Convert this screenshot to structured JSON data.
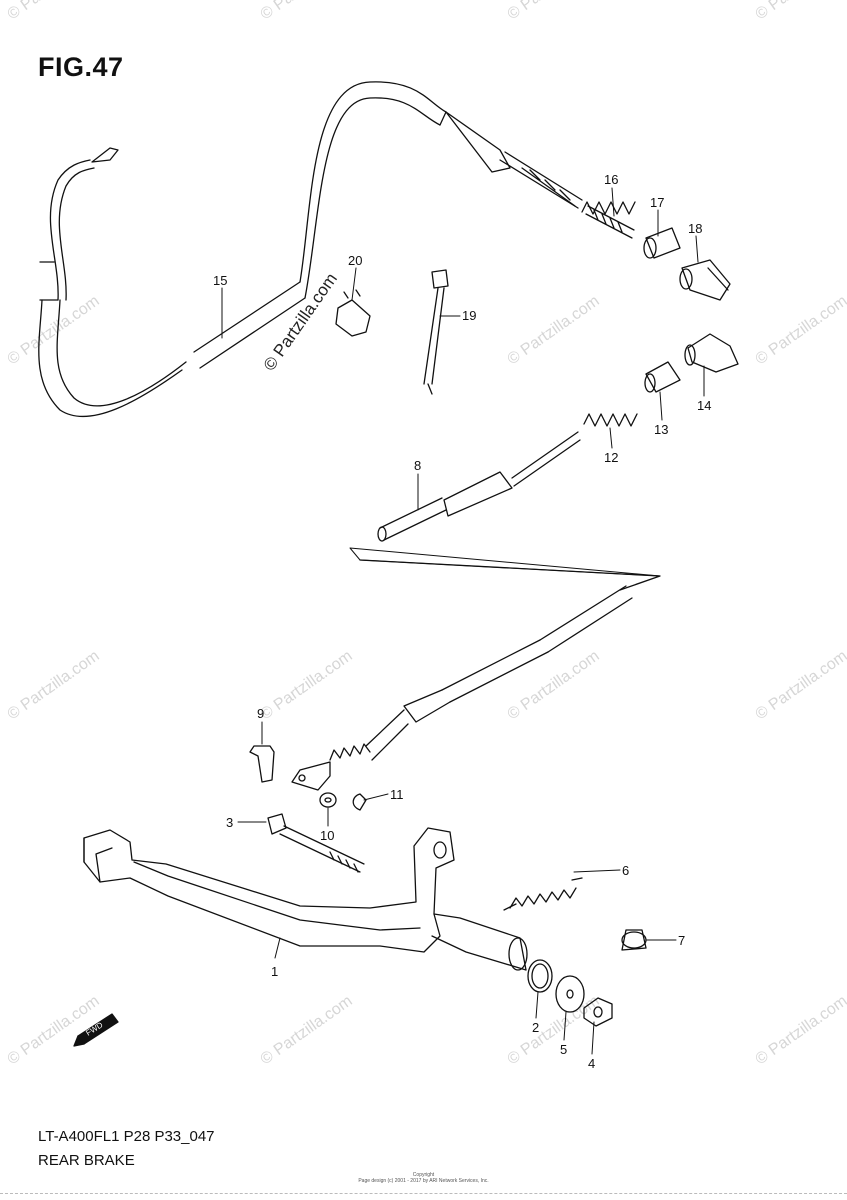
{
  "figure": {
    "title": "FIG.47",
    "code": "LT-A400FL1 P28 P33_047",
    "name": "REAR BRAKE",
    "copyright_line1": "Copyright",
    "copyright_line2": "Page design (c) 2001 - 2017 by ARI Network Services, Inc."
  },
  "watermark": {
    "text": "© Partzilla.com"
  },
  "fwd_label": "FWD",
  "callouts": [
    {
      "id": "c1",
      "label": "1"
    },
    {
      "id": "c2",
      "label": "2"
    },
    {
      "id": "c3",
      "label": "3"
    },
    {
      "id": "c4",
      "label": "4"
    },
    {
      "id": "c5",
      "label": "5"
    },
    {
      "id": "c6",
      "label": "6"
    },
    {
      "id": "c7",
      "label": "7"
    },
    {
      "id": "c8",
      "label": "8"
    },
    {
      "id": "c9",
      "label": "9"
    },
    {
      "id": "c10",
      "label": "10"
    },
    {
      "id": "c11",
      "label": "11"
    },
    {
      "id": "c12",
      "label": "12"
    },
    {
      "id": "c13",
      "label": "13"
    },
    {
      "id": "c14",
      "label": "14"
    },
    {
      "id": "c15",
      "label": "15"
    },
    {
      "id": "c16",
      "label": "16"
    },
    {
      "id": "c17",
      "label": "17"
    },
    {
      "id": "c18",
      "label": "18"
    },
    {
      "id": "c19",
      "label": "19"
    },
    {
      "id": "c20",
      "label": "20"
    }
  ],
  "colors": {
    "line": "#111111",
    "watermark": "#d6d6d6"
  }
}
